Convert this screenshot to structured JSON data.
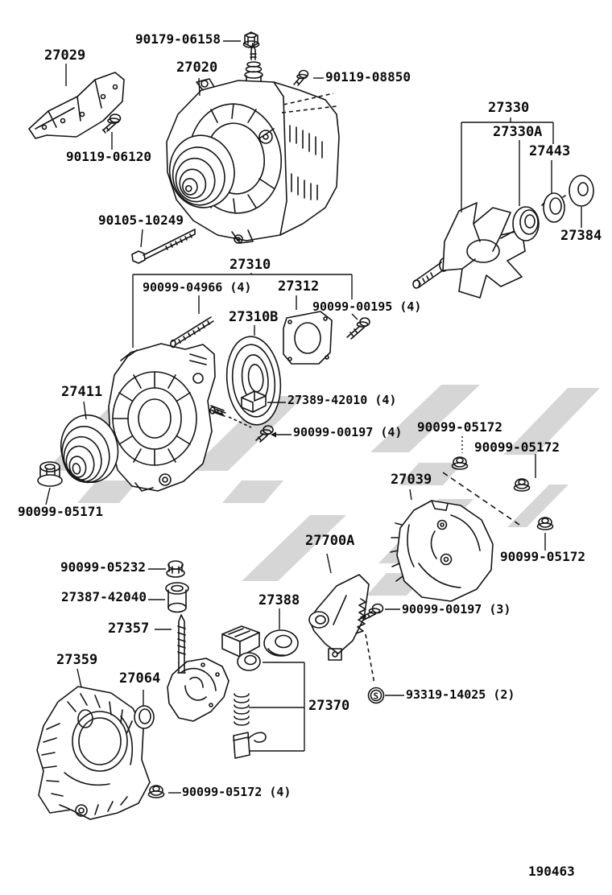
{
  "diagram": {
    "figure_code": "190463",
    "s_nut_mark": "S",
    "labels": [
      {
        "text": "90179-06158"
      },
      {
        "text": "27029"
      },
      {
        "text": "27020"
      },
      {
        "text": "90119-08850"
      },
      {
        "text": "90119-06120"
      },
      {
        "text": "27330"
      },
      {
        "text": "27330A"
      },
      {
        "text": "27443"
      },
      {
        "text": "90105-10249"
      },
      {
        "text": "27384"
      },
      {
        "text": "27310"
      },
      {
        "text": "90099-04966 (4)"
      },
      {
        "text": "27312"
      },
      {
        "text": "90099-00195 (4)"
      },
      {
        "text": "27310B"
      },
      {
        "text": "27411"
      },
      {
        "text": "27389-42010 (4)"
      },
      {
        "text": "90099-00197 (4)"
      },
      {
        "text": "90099-05172"
      },
      {
        "text": "90099-05172"
      },
      {
        "text": "27039"
      },
      {
        "text": "90099-05171"
      },
      {
        "text": "27700A"
      },
      {
        "text": "90099-05172"
      },
      {
        "text": "90099-05232"
      },
      {
        "text": "27387-42040"
      },
      {
        "text": "27388"
      },
      {
        "text": "90099-00197 (3)"
      },
      {
        "text": "27357"
      },
      {
        "text": "27359"
      },
      {
        "text": "27064"
      },
      {
        "text": "27370"
      },
      {
        "text": "93319-14025 (2)"
      },
      {
        "text": "90099-05172 (4)"
      }
    ]
  }
}
